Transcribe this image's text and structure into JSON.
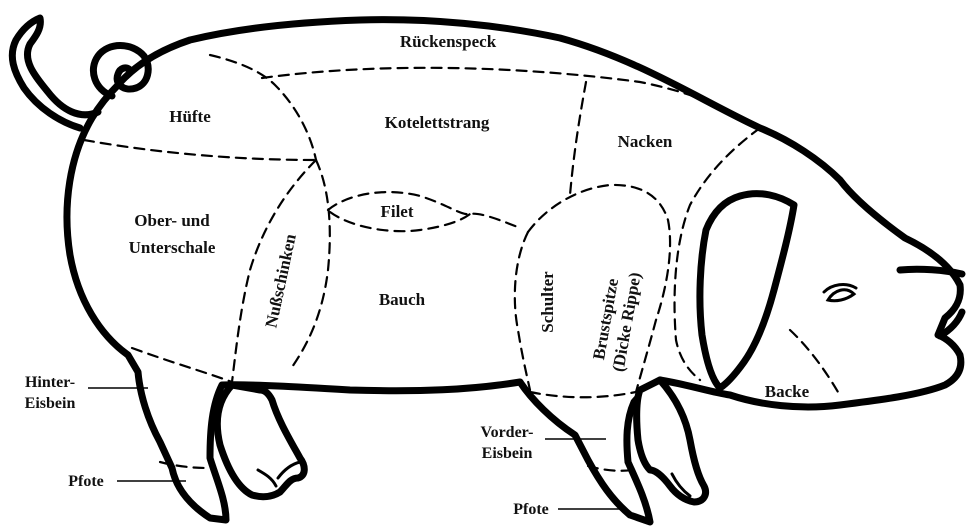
{
  "diagram": {
    "labels": {
      "rueckenspeck": "Rückenspeck",
      "huefte": "Hüfte",
      "kotelettstrang": "Kotelettstrang",
      "nacken": "Nacken",
      "filet": "Filet",
      "ober_und": "Ober- und",
      "unterschale": "Unterschale",
      "nussschinken": "Nußschinken",
      "bauch": "Bauch",
      "schulter": "Schulter",
      "brustspitze": "Brustspitze",
      "dicke_rippe": "(Dicke Rippe)",
      "backe": "Backe",
      "hinter": "Hinter-",
      "eisbein_hinten": "Eisbein",
      "vorder": "Vorder-",
      "eisbein_vorne": "Eisbein",
      "pfote_hinten": "Pfote",
      "pfote_vorne": "Pfote"
    }
  }
}
